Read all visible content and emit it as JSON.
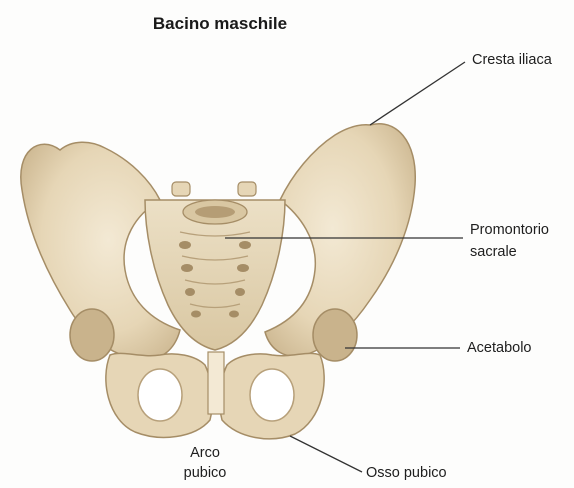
{
  "figure": {
    "title": "Bacino maschile"
  },
  "labels": {
    "cresta_iliaca": "Cresta iliaca",
    "promontorio_line1": "Promontorio",
    "promontorio_line2": "sacrale",
    "acetabolo": "Acetabolo",
    "arco_line1": "Arco",
    "arco_line2": "pubico",
    "osso_pubico": "Osso pubico"
  },
  "colors": {
    "bone_fill": "#e6d6b6",
    "bone_shade": "#c9b38c",
    "bone_dark": "#a58d66",
    "bone_light": "#f3e9d4",
    "leader_line": "#333333"
  }
}
